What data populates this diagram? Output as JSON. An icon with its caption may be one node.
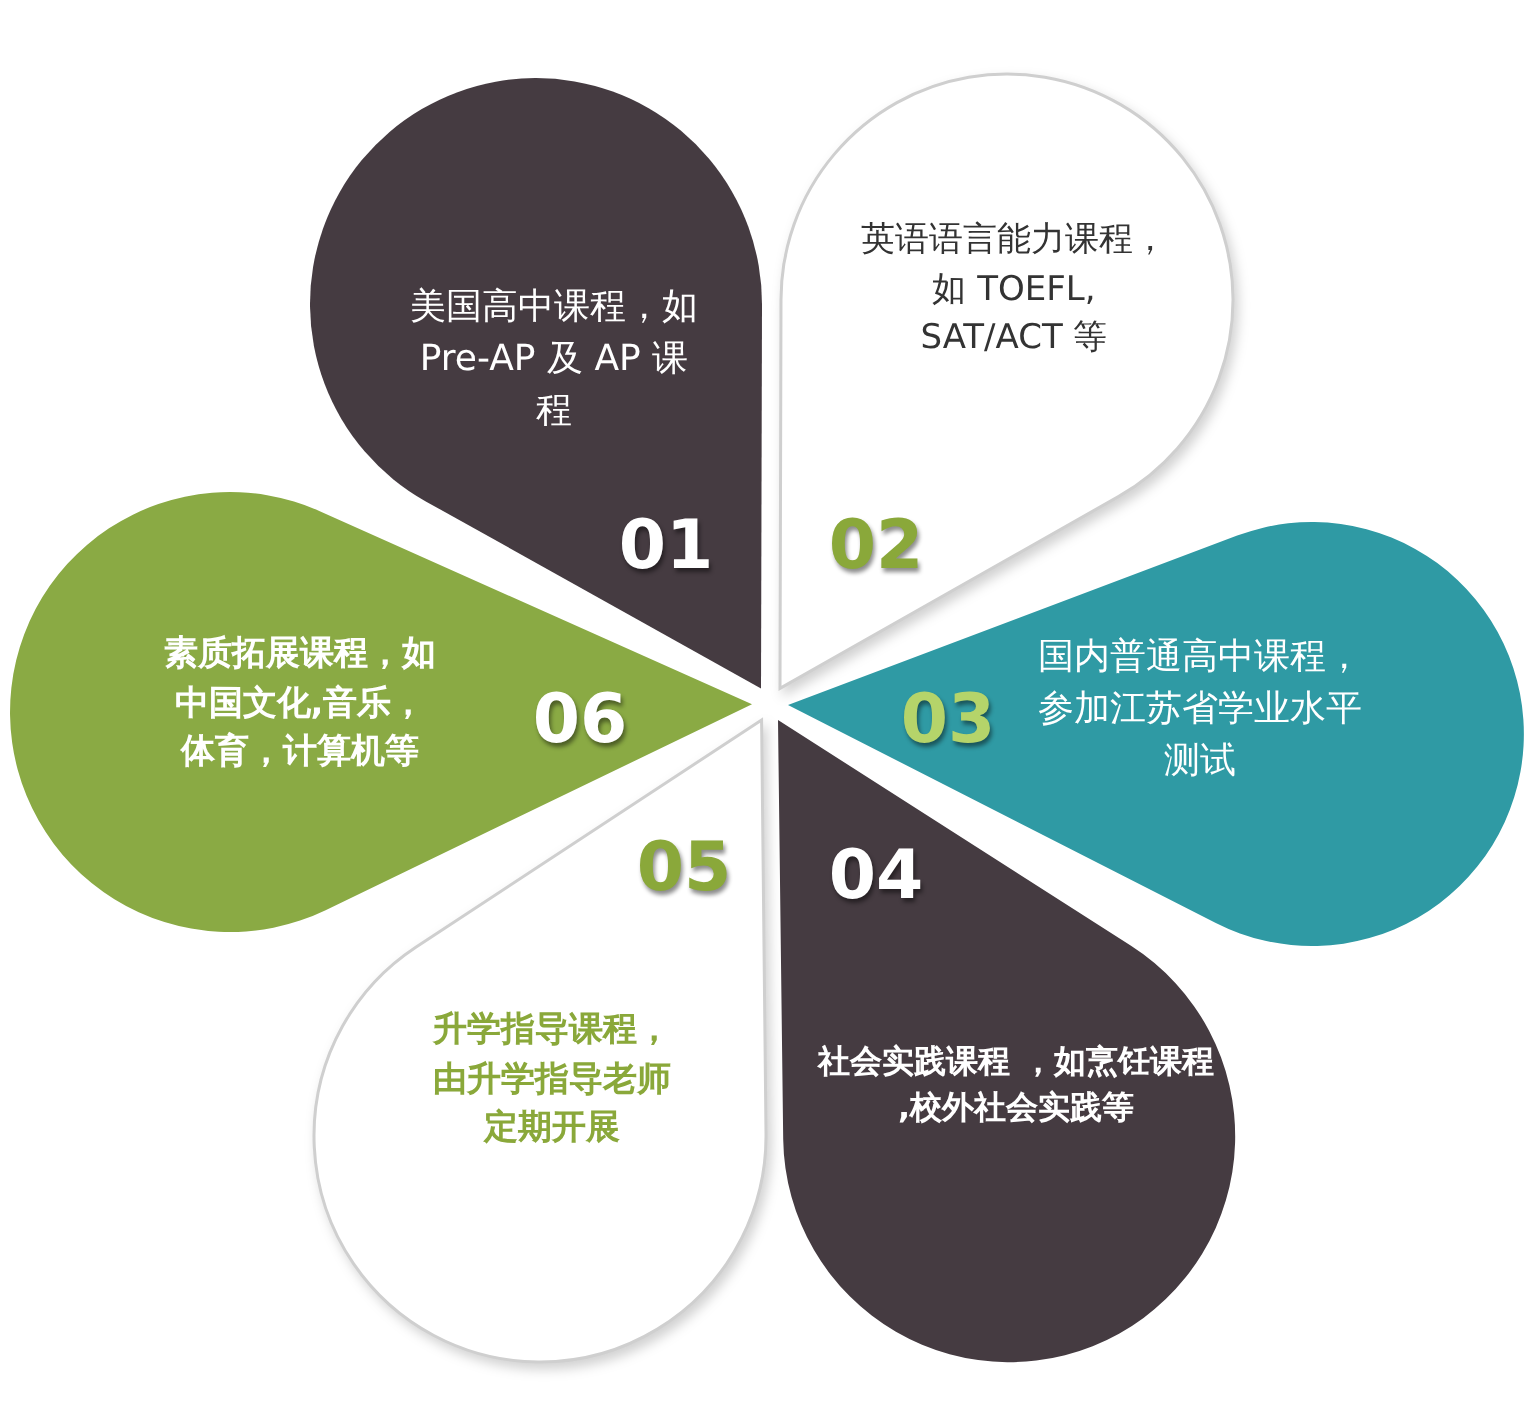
{
  "diagram": {
    "nodes": [
      {
        "text": [
          "美国高中课程，如 Pre-AP 及 AP 课程",
          "01"
        ]
      },
      {
        "text": [
          "英语语言能力课程，如 TOEFL, SAT/ACT 等",
          "02"
        ]
      },
      {
        "text": [
          "03",
          "国内普通高中课程，参加江苏省学业水平测试"
        ]
      },
      {
        "text": [
          "04",
          "社会实践课程 ，如烹饪课程 ,校外社会实践等"
        ]
      },
      {
        "text": [
          "05",
          "升学指导课程，由升学指导老师定期开展"
        ]
      },
      {
        "text": [
          "素质拓展课程，如中国文化,音乐，体育，计算机等",
          "06"
        ]
      }
    ]
  }
}
